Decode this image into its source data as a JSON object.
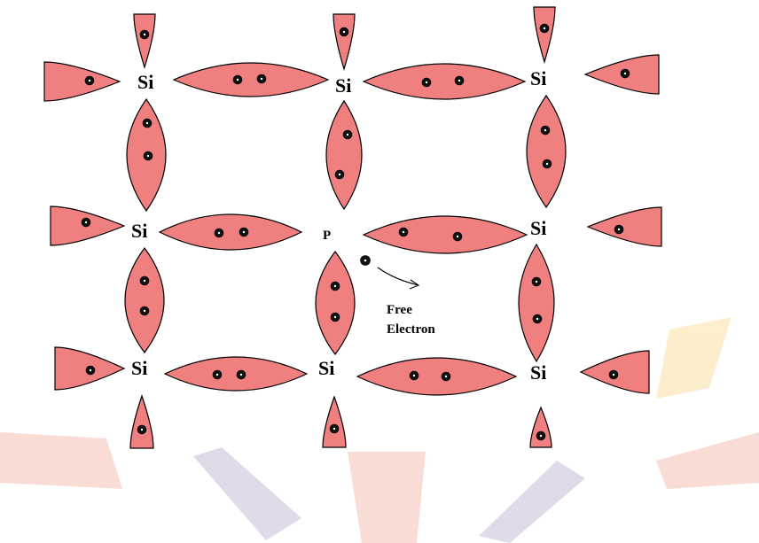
{
  "diagram": {
    "bond_color": "#f08080",
    "watermark_color_warm": "#f6c0b6",
    "watermark_color_cool": "#c8bcd6",
    "watermark_color_gold": "#fbe0a6",
    "atoms": {
      "r1c1": "Si",
      "r1c2": "Si",
      "r1c3": "Si",
      "r2c1": "Si",
      "r2c2": "P",
      "r2c3": "Si",
      "r3c1": "Si",
      "r3c2": "Si",
      "r3c3": "Si"
    },
    "free_electron": {
      "label_line1": "Free",
      "label_line2": "Electron"
    }
  }
}
